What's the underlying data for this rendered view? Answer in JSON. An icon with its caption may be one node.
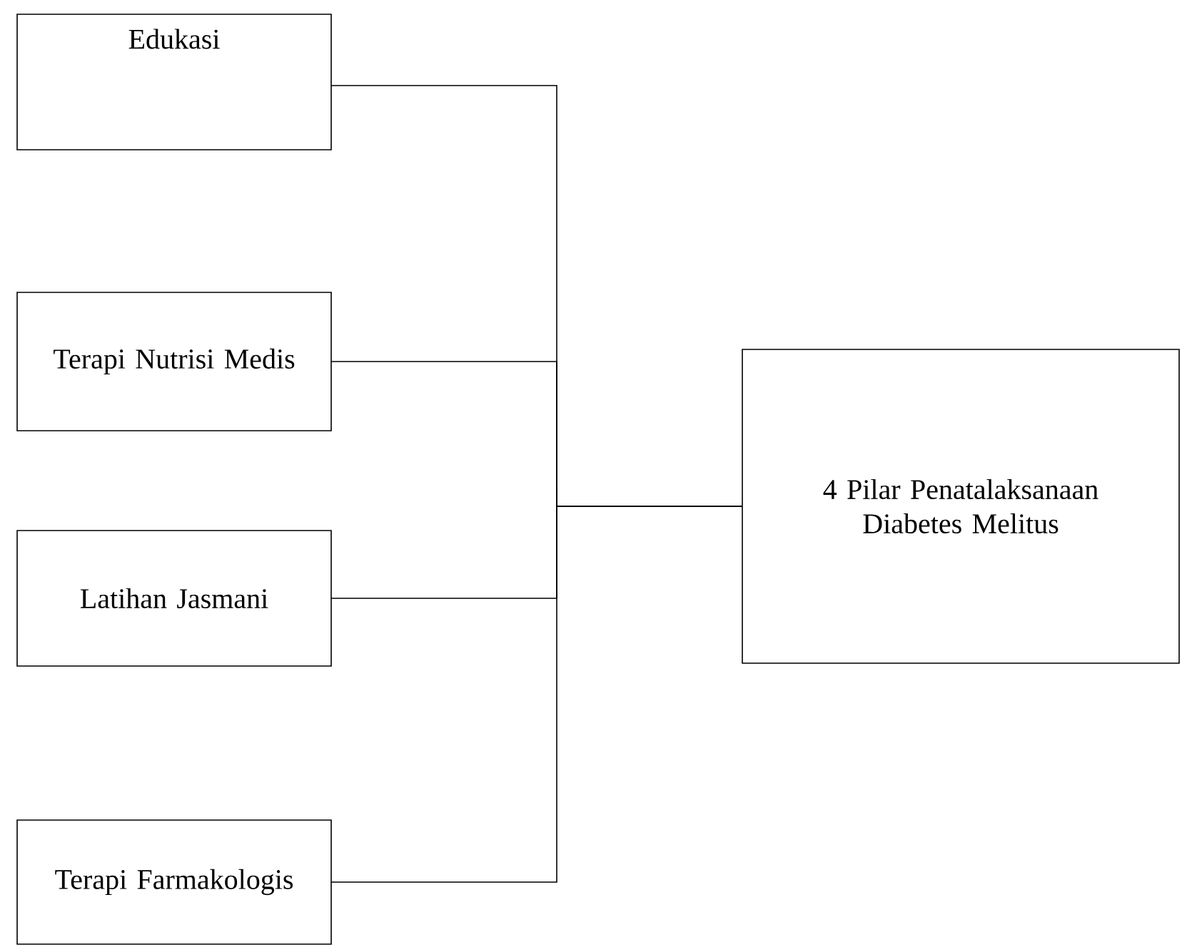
{
  "diagram": {
    "nodes": [
      {
        "text": [
          "Edukasi"
        ]
      },
      {
        "text": [
          "Terapi Nutrisi Medis"
        ]
      },
      {
        "text": [
          "Latihan Jasmani"
        ]
      },
      {
        "text": [
          "Terapi Farmakologis"
        ]
      },
      {
        "text": [
          "4 Pilar Penatalaksanaan Diabetes Melitus"
        ]
      }
    ],
    "edges": [
      {
        "from": 0,
        "to": 4,
        "arrow": "none"
      },
      {
        "from": 1,
        "to": 4,
        "arrow": "none"
      },
      {
        "from": 2,
        "to": 4,
        "arrow": "none"
      },
      {
        "from": 3,
        "to": 4,
        "arrow": "none"
      }
    ]
  }
}
